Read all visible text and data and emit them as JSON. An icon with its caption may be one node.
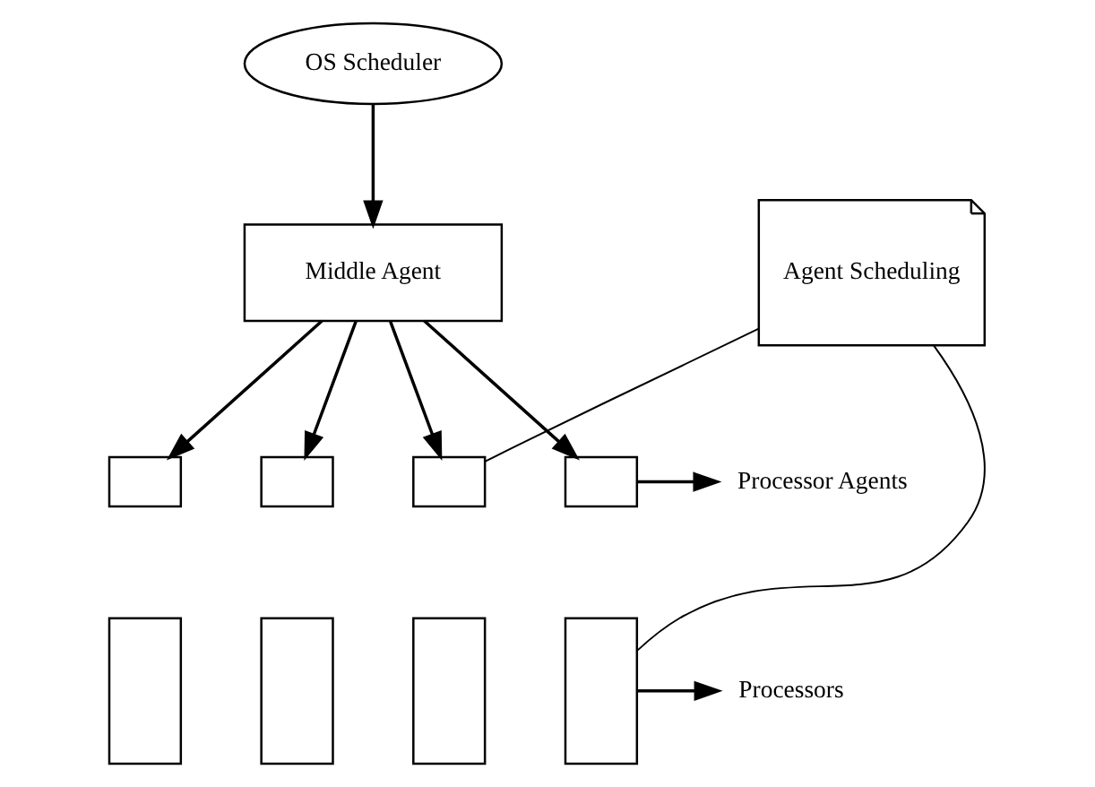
{
  "diagram": {
    "nodes": [
      {
        "text": [
          "OS Scheduler"
        ]
      },
      {
        "text": [
          "Middle Agent"
        ]
      },
      {
        "text": [
          "Agent Scheduling"
        ]
      },
      {
        "text": [],
        "shape": "box"
      },
      {
        "text": [],
        "shape": "box"
      },
      {
        "text": [],
        "shape": "box"
      },
      {
        "text": [],
        "shape": "box"
      },
      {
        "text": [],
        "shape": "box"
      },
      {
        "text": [],
        "shape": "box"
      },
      {
        "text": [],
        "shape": "box"
      },
      {
        "text": [],
        "shape": "box"
      },
      {
        "text": [
          "Processor Agents"
        ]
      },
      {
        "text": [
          "Processors"
        ]
      }
    ],
    "edges": [
      {
        "from": 0,
        "to": 1,
        "arrow": "to"
      },
      {
        "from": 1,
        "to": 3,
        "arrow": "to"
      },
      {
        "from": 1,
        "to": 5,
        "arrow": "to"
      },
      {
        "from": 1,
        "to": 7,
        "arrow": "to"
      },
      {
        "from": 1,
        "to": 9,
        "arrow": "to"
      },
      {
        "from": 2,
        "to": 7,
        "arrow": "none"
      },
      {
        "from": 2,
        "to": 10,
        "arrow": "none"
      },
      {
        "from": 9,
        "to": 11,
        "arrow": "to"
      },
      {
        "from": 10,
        "to": 12,
        "arrow": "to"
      }
    ]
  }
}
